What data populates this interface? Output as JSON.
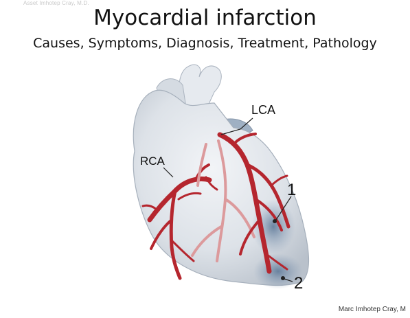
{
  "watermark": "Asset Imhotep Cray, M.D.",
  "title": "Myocardial infarction",
  "subtitle": "Causes, Symptoms, Diagnosis, Treatment, Pathology",
  "labels": {
    "lca": "LCA",
    "rca": "RCA",
    "marker_1": "1",
    "marker_2": "2"
  },
  "credit": "Marc Imhotep Cray, M",
  "colors": {
    "artery_red": "#b5262e",
    "artery_light": "#d88a8d",
    "heart_fill": "#dfe4ea",
    "infarct_blue": "#7d96b3"
  },
  "icons": [
    "heart-illustration"
  ]
}
